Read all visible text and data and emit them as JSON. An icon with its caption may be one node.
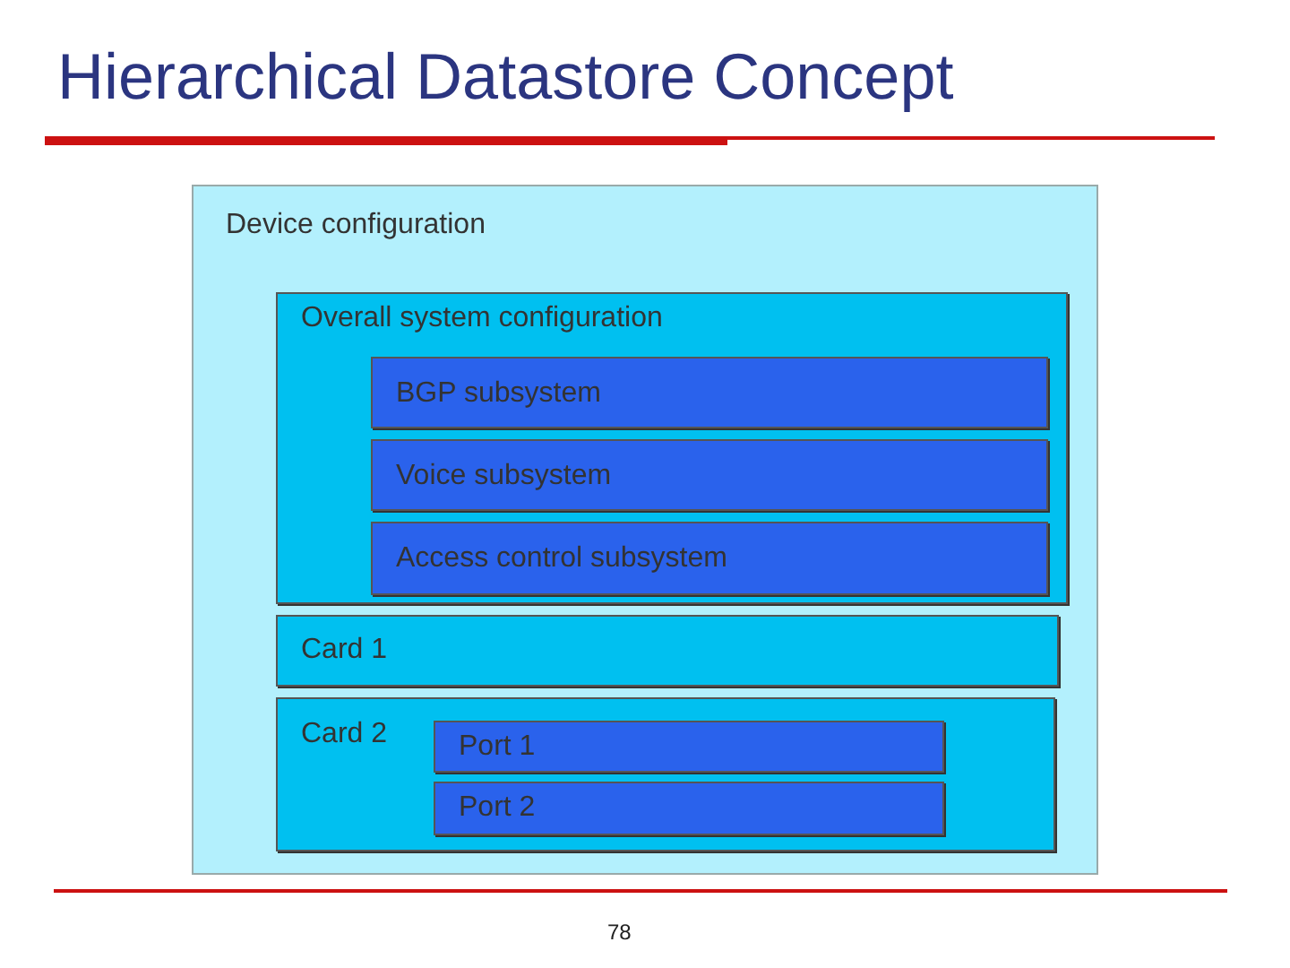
{
  "diagram": {
    "title": "Hierarchical Datastore Concept",
    "nodes": [
      {
        "text": [
          "Device configuration"
        ]
      },
      {
        "text": [
          "Overall system configuration"
        ],
        "in": 0
      },
      {
        "text": [
          "BGP subsystem"
        ],
        "in": 1
      },
      {
        "text": [
          "Voice subsystem"
        ],
        "in": 1
      },
      {
        "text": [
          "Access control subsystem"
        ],
        "in": 1
      },
      {
        "text": [
          "Card 1"
        ],
        "in": 0
      },
      {
        "text": [
          "Card 2"
        ],
        "in": 0
      },
      {
        "text": [
          "Port 1"
        ],
        "in": 6
      },
      {
        "text": [
          "Port 2"
        ],
        "in": 6
      }
    ],
    "labels": [
      "78"
    ]
  }
}
